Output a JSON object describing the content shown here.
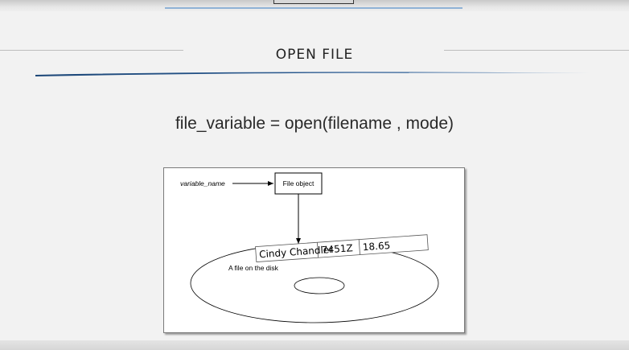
{
  "slide": {
    "title": "OPEN FILE",
    "code_line": "file_variable  = open(filename , mode)"
  },
  "diagram": {
    "variable_label": "variable_name",
    "object_label": "File object",
    "record_fields": [
      "Cindy Chandler",
      "7451Z",
      "18.65"
    ],
    "disk_caption": "A file on the disk"
  },
  "colors": {
    "background": "#f2f2f2",
    "accent_blue": "#1f4f8a",
    "top_rule": "#8fb2d6"
  }
}
